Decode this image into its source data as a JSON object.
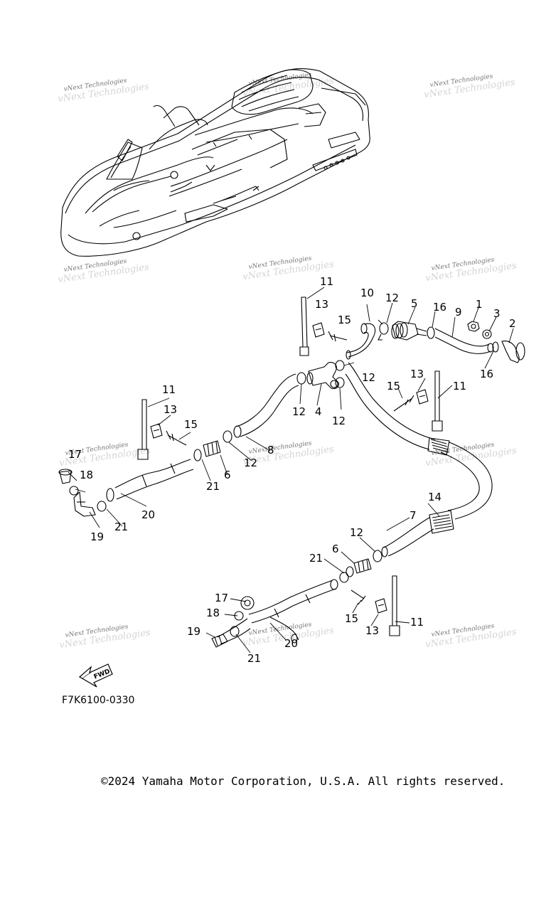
{
  "diagram": {
    "figure_code": "F7K6100-0330",
    "direction_label": "FWD",
    "watermark_text": "vNext Technologies",
    "copyright": "©2024 Yamaha Motor Corporation, U.S.A. All rights reserved.",
    "callouts": [
      {
        "id": "c1",
        "label": "1"
      },
      {
        "id": "c2",
        "label": "2"
      },
      {
        "id": "c3",
        "label": "3"
      },
      {
        "id": "c4",
        "label": "4"
      },
      {
        "id": "c5",
        "label": "5"
      },
      {
        "id": "c6a",
        "label": "6"
      },
      {
        "id": "c6b",
        "label": "6"
      },
      {
        "id": "c7",
        "label": "7"
      },
      {
        "id": "c8",
        "label": "8"
      },
      {
        "id": "c9",
        "label": "9"
      },
      {
        "id": "c10",
        "label": "10"
      },
      {
        "id": "c11a",
        "label": "11"
      },
      {
        "id": "c11b",
        "label": "11"
      },
      {
        "id": "c11c",
        "label": "11"
      },
      {
        "id": "c11d",
        "label": "11"
      },
      {
        "id": "c12a",
        "label": "12"
      },
      {
        "id": "c12b",
        "label": "12"
      },
      {
        "id": "c12c",
        "label": "12"
      },
      {
        "id": "c12d",
        "label": "12"
      },
      {
        "id": "c12e",
        "label": "12"
      },
      {
        "id": "c12f",
        "label": "12"
      },
      {
        "id": "c13a",
        "label": "13"
      },
      {
        "id": "c13b",
        "label": "13"
      },
      {
        "id": "c13c",
        "label": "13"
      },
      {
        "id": "c13d",
        "label": "13"
      },
      {
        "id": "c14",
        "label": "14"
      },
      {
        "id": "c15a",
        "label": "15"
      },
      {
        "id": "c15b",
        "label": "15"
      },
      {
        "id": "c15c",
        "label": "15"
      },
      {
        "id": "c15d",
        "label": "15"
      },
      {
        "id": "c16a",
        "label": "16"
      },
      {
        "id": "c16b",
        "label": "16"
      },
      {
        "id": "c17a",
        "label": "17"
      },
      {
        "id": "c17b",
        "label": "17"
      },
      {
        "id": "c18a",
        "label": "18"
      },
      {
        "id": "c18b",
        "label": "18"
      },
      {
        "id": "c19a",
        "label": "19"
      },
      {
        "id": "c19b",
        "label": "19"
      },
      {
        "id": "c20a",
        "label": "20"
      },
      {
        "id": "c20b",
        "label": "20"
      },
      {
        "id": "c21a",
        "label": "21"
      },
      {
        "id": "c21b",
        "label": "21"
      },
      {
        "id": "c21c",
        "label": "21"
      },
      {
        "id": "c21d",
        "label": "21"
      }
    ]
  }
}
